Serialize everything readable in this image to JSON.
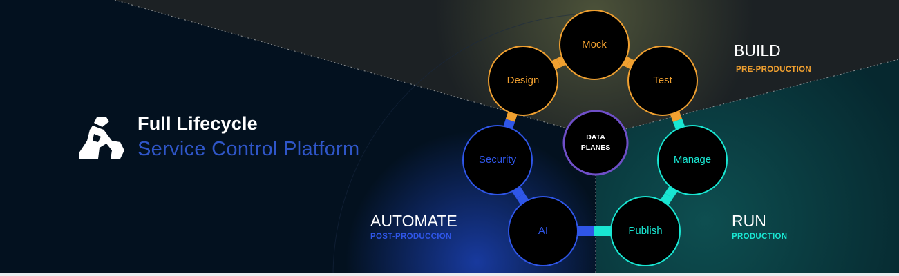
{
  "brand": {
    "title": "Full Lifecycle",
    "subtitle": "Service Control Platform",
    "logo_icon": "kong-gorilla-logo-icon"
  },
  "regions": {
    "build": {
      "title": "BUILD",
      "subtitle": "PRE-PRODUCTION",
      "color": "#f0a030"
    },
    "run": {
      "title": "RUN",
      "subtitle": "PRODUCTION",
      "color": "#19e6d2"
    },
    "automate": {
      "title": "AUTOMATE",
      "subtitle": "POST-PRODUCCION",
      "color": "#2f56e8"
    }
  },
  "center": {
    "line1": "DATA",
    "line2": "PLANES",
    "color": "#6f4fc8"
  },
  "nodes": [
    {
      "label": "Mock",
      "stage": "build",
      "color": "#f0a030"
    },
    {
      "label": "Test",
      "stage": "build",
      "color": "#f0a030"
    },
    {
      "label": "Manage",
      "stage": "run",
      "color": "#19e6d2"
    },
    {
      "label": "Publish",
      "stage": "run",
      "color": "#19e6d2"
    },
    {
      "label": "AI",
      "stage": "automate",
      "color": "#2f56e8"
    },
    {
      "label": "Security",
      "stage": "automate",
      "color": "#2f56e8"
    },
    {
      "label": "Design",
      "stage": "build",
      "color": "#f0a030"
    }
  ]
}
